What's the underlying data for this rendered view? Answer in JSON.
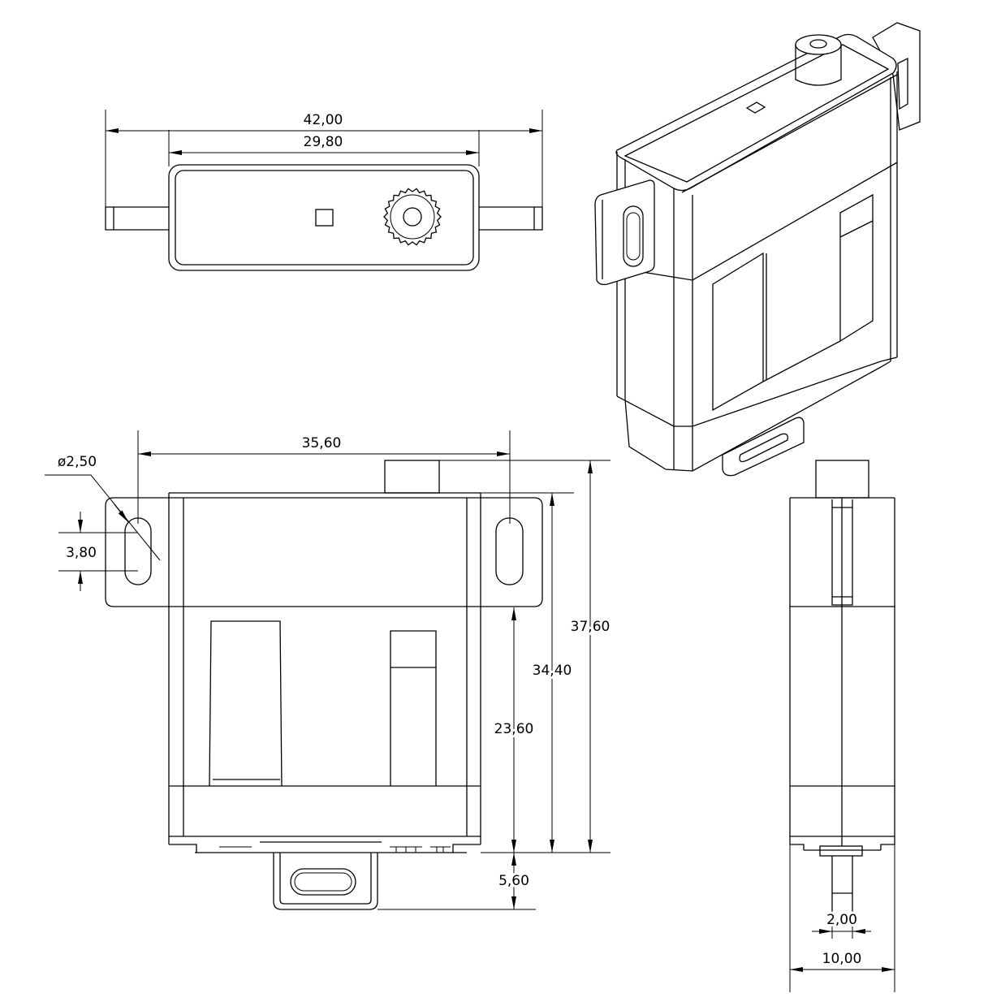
{
  "top_view": {
    "width_overall": "42,00",
    "width_body": "29,80"
  },
  "front_view": {
    "mount_spacing": "35,60",
    "hole_diameter": "ø2,50",
    "slot_length": "3,80",
    "height_total": "37,60",
    "height_case": "34,40",
    "height_lower": "23,60",
    "bottom_tab": "5,60"
  },
  "side_view": {
    "shaft_width": "2,00",
    "depth": "10,00"
  }
}
